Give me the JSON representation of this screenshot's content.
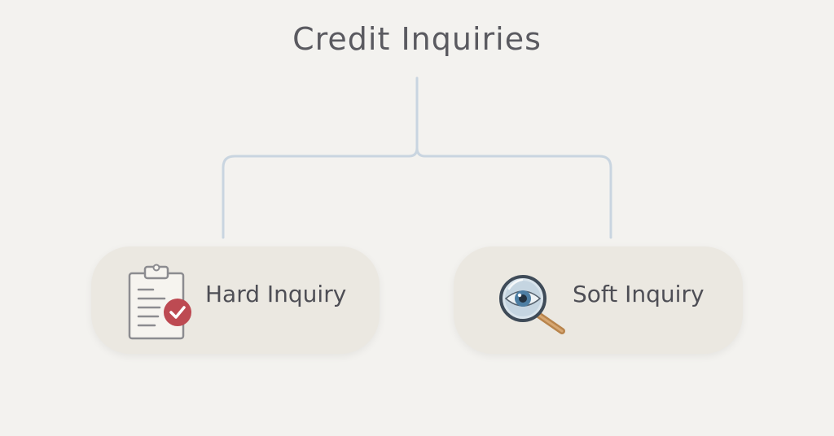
{
  "title": "Credit Inquiries",
  "nodes": [
    {
      "label": "Hard Inquiry",
      "icon": "clipboard-check-icon"
    },
    {
      "label": "Soft Inquiry",
      "icon": "magnifying-glass-eye-icon"
    }
  ],
  "colors": {
    "background": "#f3f2ef",
    "card": "#ebe8e1",
    "connector": "#c9d5e0",
    "text": "#5a5a60",
    "check_badge": "#bd4a52"
  }
}
